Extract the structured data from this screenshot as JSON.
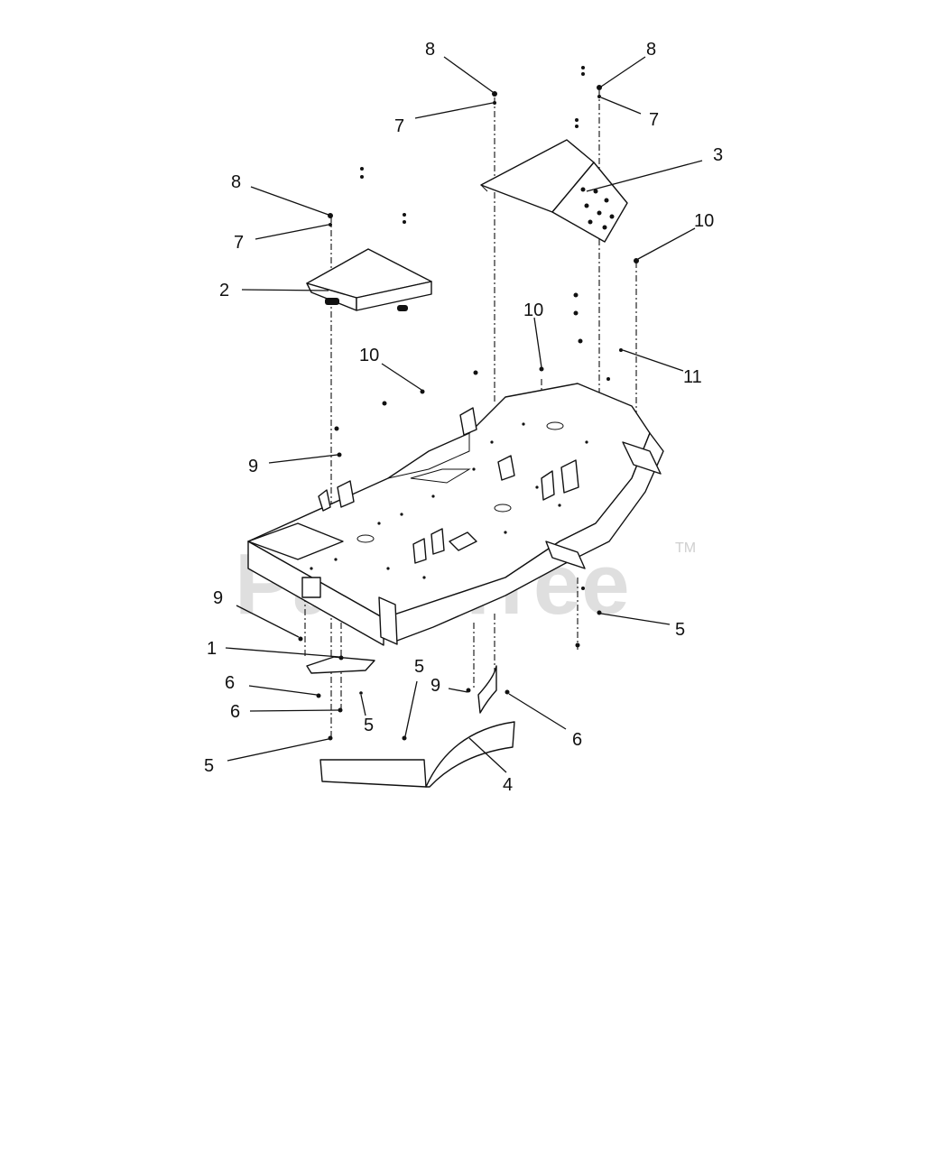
{
  "watermark": {
    "text": "PartsTree",
    "trademark": "TM"
  },
  "callouts": {
    "c1": "1",
    "c2": "2",
    "c3": "3",
    "c4": "4",
    "c5a": "5",
    "c5b": "5",
    "c5c": "5",
    "c5d": "5",
    "c6a": "6",
    "c6b": "6",
    "c6c": "6",
    "c7a": "7",
    "c7b": "7",
    "c7c": "7",
    "c8a": "8",
    "c8b": "8",
    "c8c": "8",
    "c9a": "9",
    "c9b": "9",
    "c9c": "9",
    "c10a": "10",
    "c10b": "10",
    "c10c": "10",
    "c11": "11"
  }
}
